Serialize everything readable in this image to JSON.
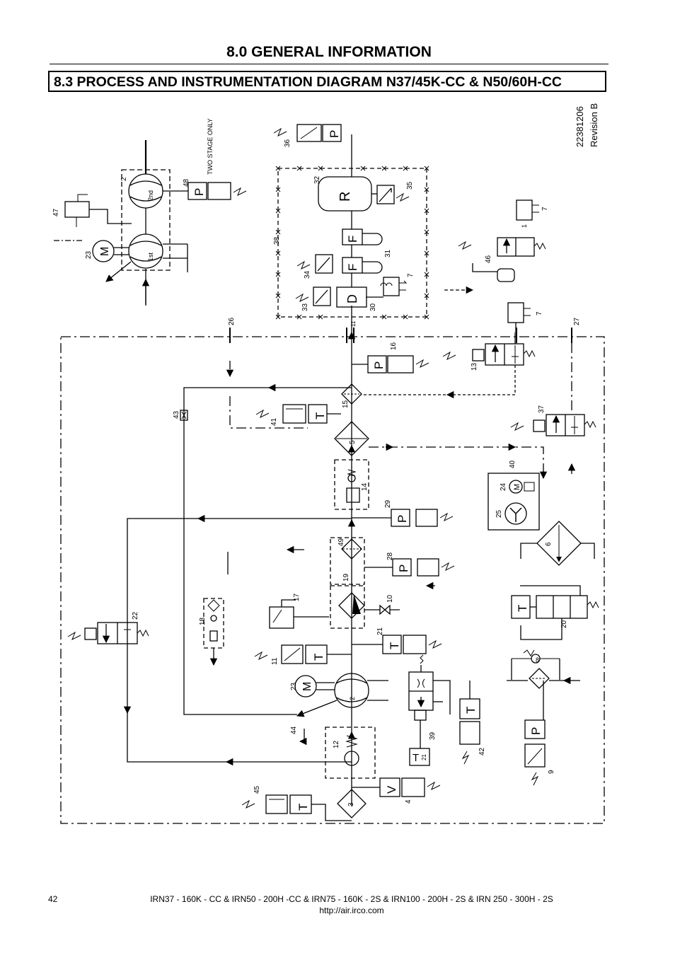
{
  "header": {
    "section_title": "8.0 GENERAL INFORMATION",
    "subsection_title": "8.3 PROCESS AND INSTRUMENTATION DIAGRAM N37/45K-CC & N50/60H-CC"
  },
  "doc": {
    "number": "22381206",
    "revision": "Revision B"
  },
  "diagram": {
    "note": "TWO STAGE ONLY",
    "stage_labels": {
      "first": "1st",
      "second": "2nd"
    },
    "components": {
      "c2": "2",
      "c3": "3",
      "c4": "4",
      "c5": "5",
      "c6": "6",
      "c7": "7",
      "c8": "8",
      "c9": "9",
      "c10": "10",
      "c11": "11",
      "c12": "12",
      "c13": "13",
      "c14": "14",
      "c15": "15",
      "c16": "16",
      "c17": "17",
      "c18": "18",
      "c19": "19",
      "c20": "20",
      "c21": "21",
      "c22": "22",
      "c23": "23",
      "c24": "24",
      "c25": "25",
      "c26": "26",
      "c27": "27",
      "c28": "28",
      "c29": "29",
      "c30": "30",
      "c31": "31",
      "c32": "32",
      "c33": "33",
      "c34": "34",
      "c35": "35",
      "c36": "36",
      "c37": "37",
      "c38": "38",
      "c39": "39",
      "c40": "40",
      "c41": "41",
      "c42": "42",
      "c43": "43",
      "c44": "44",
      "c45": "45",
      "c46": "46",
      "c47": "47",
      "c48": "48",
      "c49": "49",
      "c11b": "11"
    },
    "symbols": {
      "pressure": "P",
      "temperature": "T",
      "vacuum": "V",
      "motor": "M",
      "filter": "F",
      "dryer": "D",
      "receiver": "R",
      "t21": "21"
    }
  },
  "footer": {
    "page_number": "42",
    "models": "IRN37 - 160K - CC & IRN50 - 200H -CC & IRN75 - 160K - 2S & IRN100 - 200H - 2S & IRN 250 - 300H - 2S",
    "url": "http://air.irco.com"
  }
}
